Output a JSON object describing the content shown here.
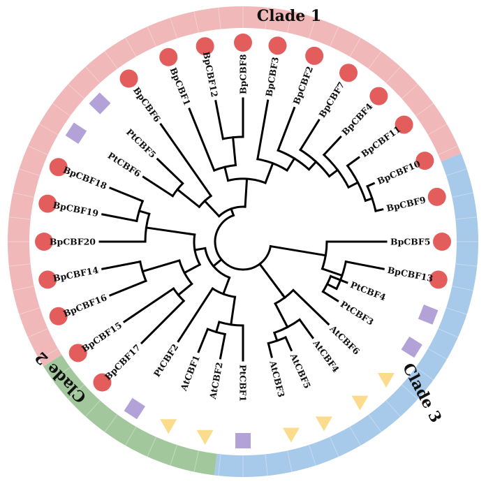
{
  "clades": [
    {
      "name": "Clade 1",
      "color": "#f0b8b8"
    },
    {
      "name": "Clade 2",
      "color": "#a3c79d"
    },
    {
      "name": "Clade 3",
      "color": "#a7c9ea"
    }
  ],
  "legend_shapes": {
    "Bp": {
      "shape": "circle",
      "color": "#e35d5d"
    },
    "Pt": {
      "shape": "square",
      "color": "#b3a2d8"
    },
    "At": {
      "shape": "triangle",
      "color": "#fbdc8c"
    }
  },
  "leaves": [
    {
      "label": "BpCBF5",
      "species": "Bp"
    },
    {
      "label": "BpCBF13",
      "species": "Bp"
    },
    {
      "label": "PtCBF4",
      "species": "Pt"
    },
    {
      "label": "PtCBF3",
      "species": "Pt"
    },
    {
      "label": "AtCBF6",
      "species": "At"
    },
    {
      "label": "AtCBF4",
      "species": "At"
    },
    {
      "label": "AtCBF5",
      "species": "At"
    },
    {
      "label": "AtCBF3",
      "species": "At"
    },
    {
      "label": "PtCBF1",
      "species": "Pt"
    },
    {
      "label": "AtCBF2",
      "species": "At"
    },
    {
      "label": "AtCBF1",
      "species": "At"
    },
    {
      "label": "PtCBF2",
      "species": "Pt"
    },
    {
      "label": "BpCBF17",
      "species": "Bp"
    },
    {
      "label": "BpCBF15",
      "species": "Bp"
    },
    {
      "label": "BpCBF16",
      "species": "Bp"
    },
    {
      "label": "BpCBF14",
      "species": "Bp"
    },
    {
      "label": "BpCBF20",
      "species": "Bp"
    },
    {
      "label": "BpCBF19",
      "species": "Bp"
    },
    {
      "label": "BpCBF18",
      "species": "Bp"
    },
    {
      "label": "PtCBF6",
      "species": "Pt"
    },
    {
      "label": "PtCBF5",
      "species": "Pt"
    },
    {
      "label": "BpCBF6",
      "species": "Bp"
    },
    {
      "label": "BpCBF1",
      "species": "Bp"
    },
    {
      "label": "BpCBF12",
      "species": "Bp"
    },
    {
      "label": "BpCBF8",
      "species": "Bp"
    },
    {
      "label": "BpCBF3",
      "species": "Bp"
    },
    {
      "label": "BpCBF2",
      "species": "Bp"
    },
    {
      "label": "BpCBF7",
      "species": "Bp"
    },
    {
      "label": "BpCBF4",
      "species": "Bp"
    },
    {
      "label": "BpCBF11",
      "species": "Bp"
    },
    {
      "label": "BpCBF10",
      "species": "Bp"
    },
    {
      "label": "BpCBF9",
      "species": "Bp"
    }
  ]
}
